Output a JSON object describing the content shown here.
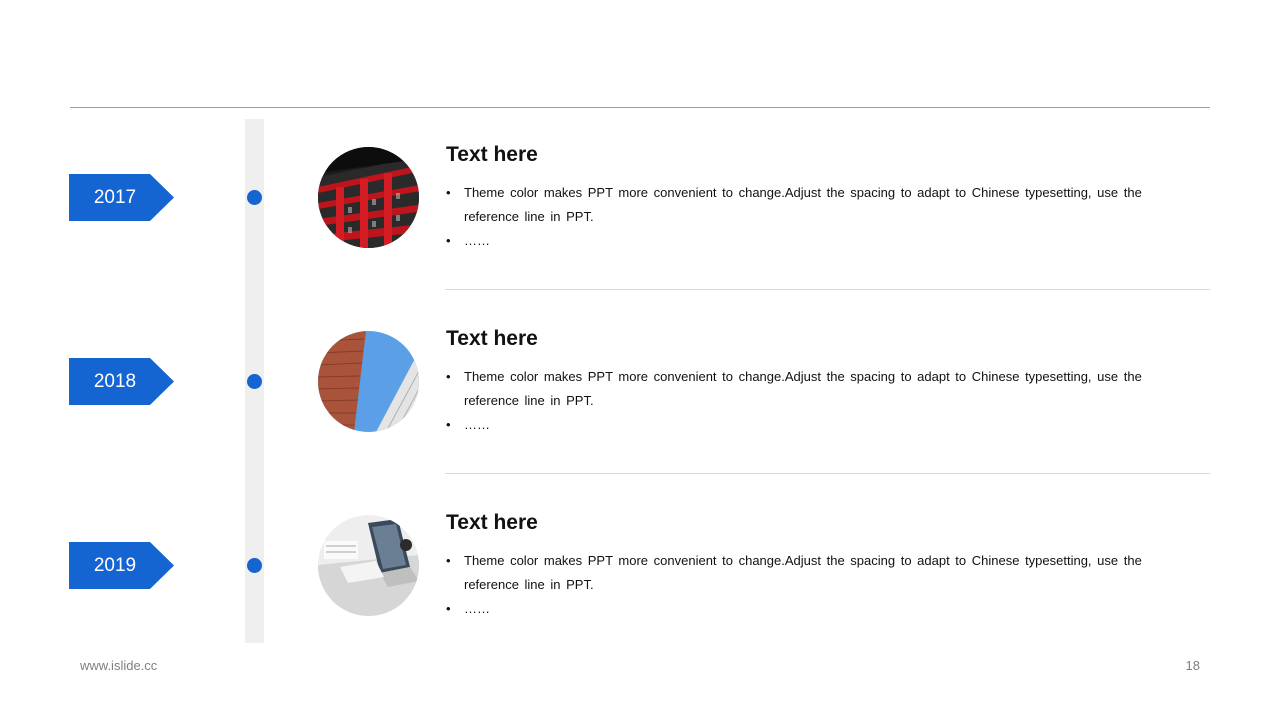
{
  "timeline": {
    "entries": [
      {
        "year": "2017",
        "title": "Text here",
        "photo": "red-building-photo",
        "bullets": [
          "Theme color makes PPT more convenient to change.Adjust the spacing to adapt to Chinese typesetting, use the reference line in PPT.",
          "……"
        ]
      },
      {
        "year": "2018",
        "title": "Text here",
        "photo": "skyscraper-sky-photo",
        "bullets": [
          "Theme color makes PPT more convenient to change.Adjust the spacing to adapt to Chinese typesetting, use the reference line in PPT.",
          "……"
        ]
      },
      {
        "year": "2019",
        "title": "Text here",
        "photo": "laptop-desk-photo",
        "bullets": [
          "Theme color makes PPT more convenient to change.Adjust the spacing to adapt to Chinese typesetting, use the reference line in PPT.",
          "……"
        ]
      }
    ]
  },
  "footer": {
    "url": "www.islide.cc",
    "page_number": "18"
  },
  "colors": {
    "accent": "#1464d2",
    "track": "#efefef",
    "rule": "#d9d9d9"
  }
}
